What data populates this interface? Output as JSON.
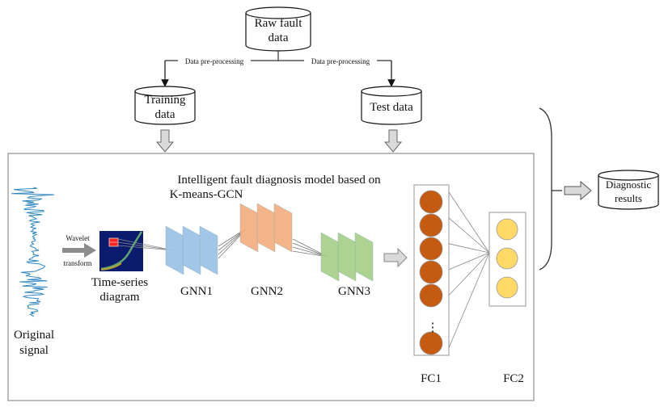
{
  "title": "Intelligent fault diagnosis model based on",
  "title_line2": "K-means-GCN",
  "nodes": {
    "raw": {
      "line1": "Raw fault",
      "line2": "data"
    },
    "train": {
      "line1": "Training",
      "line2": "data"
    },
    "test": {
      "line1": "Test data"
    },
    "results": {
      "line1": "Diagnostic",
      "line2": "results"
    }
  },
  "edges": {
    "preprocess_left": "Data pre-processing",
    "preprocess_right": "Data pre-processing"
  },
  "pipeline": {
    "original_signal": {
      "line1": "Original",
      "line2": "signal"
    },
    "wavelet": {
      "line1": "Wavelet",
      "line2": "transform"
    },
    "time_series": {
      "line1": "Time-series",
      "line2": "diagram"
    },
    "gnn1": "GNN1",
    "gnn2": "GNN2",
    "gnn3": "GNN3",
    "fc1": "FC1",
    "fc2": "FC2",
    "ellipsis": "⋮"
  },
  "colors": {
    "gnn1": "#9DC3E6",
    "gnn2": "#F4B183",
    "gnn3": "#A9D18E",
    "fc1_node": "#C55A11",
    "fc2_node": "#FFD966",
    "arrow_fill": "#D9D9D9",
    "signal": "#2E86C1",
    "frame": "#A6A6A6"
  },
  "fc1_nodes": 6,
  "fc2_nodes": 3
}
